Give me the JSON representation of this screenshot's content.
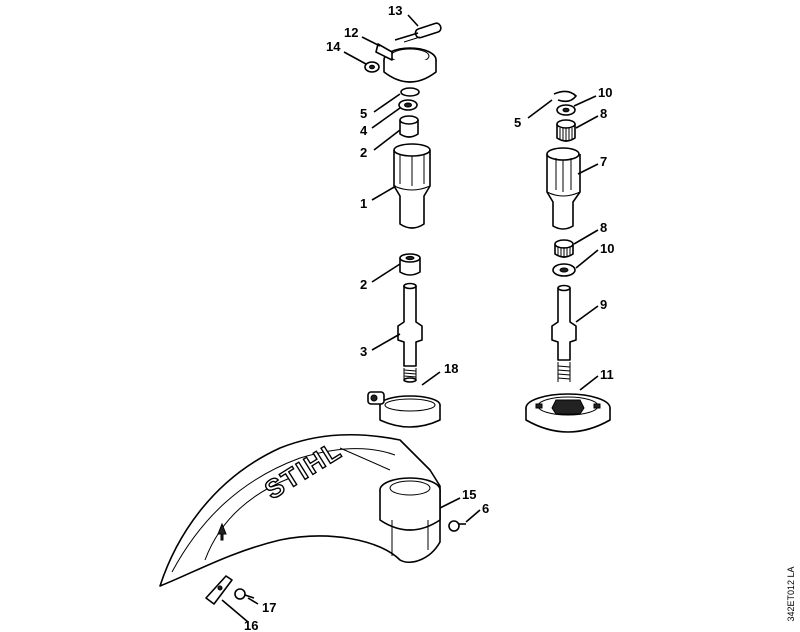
{
  "callouts": [
    "13",
    "12",
    "14",
    "5",
    "4",
    "2",
    "1",
    "2",
    "3",
    "18",
    "10",
    "5",
    "8",
    "7",
    "8",
    "10",
    "9",
    "11",
    "15",
    "6",
    "17",
    "16"
  ],
  "brand_text": "STIHL",
  "drawing_code": "342ET012 LA"
}
